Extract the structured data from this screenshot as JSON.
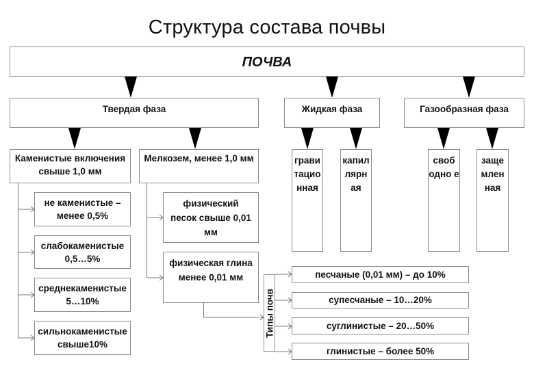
{
  "title": "Структура состава почвы",
  "root": "ПОЧВА",
  "phases": {
    "solid": "Твердая фаза",
    "liquid": "Жидкая фаза",
    "gas": "Газообразная фаза"
  },
  "solid": {
    "stony": {
      "label": "Каменистые включения свыше 1,0 мм",
      "items": [
        "не каменистые – менее 0,5%",
        "слабокаменистые 0,5…5%",
        "среднекаменистые 5…10%",
        "сильнокаменистые свыше10%"
      ]
    },
    "fine": {
      "label": "Мелкозем, менее 1,0 мм",
      "items": [
        "физический песок свыше 0,01 мм",
        "физическая глина менее 0,01 мм"
      ]
    }
  },
  "liquid": {
    "items": [
      "грави тацио нная",
      "капил лярн ая"
    ]
  },
  "gas": {
    "items": [
      "своб одно е",
      "заще млен ная"
    ]
  },
  "soil_types": {
    "label": "Типы почв",
    "items": [
      "песчаные (0,01 мм) – до 10%",
      "супесчаные – 10…20%",
      "суглинистые – 20…50%",
      "глинистые – более 50%"
    ]
  }
}
